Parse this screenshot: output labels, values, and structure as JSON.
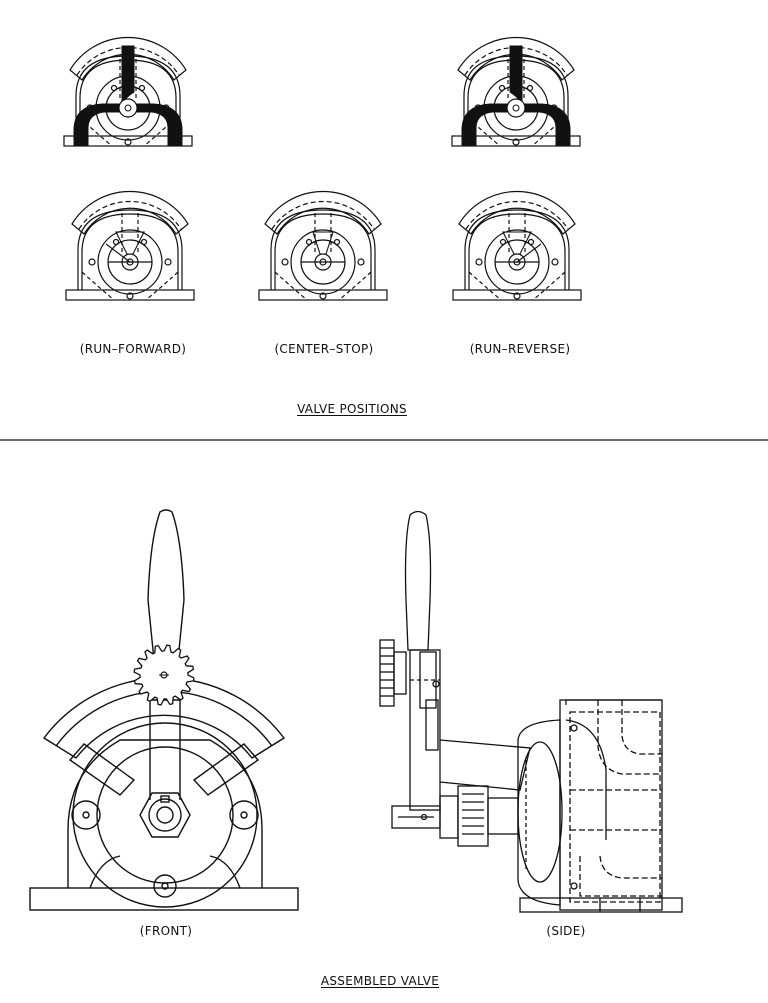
{
  "valve_positions": {
    "title": "VALVE POSITIONS",
    "captions": [
      "(RUN–FORWARD)",
      "(CENTER–STOP)",
      "(RUN–REVERSE)"
    ]
  },
  "assembled_valve": {
    "title": "ASSEMBLED VALVE",
    "front_caption": "(FRONT)",
    "side_caption": "(SIDE)"
  },
  "colors": {
    "ink": "#111111",
    "paper": "#ffffff"
  }
}
